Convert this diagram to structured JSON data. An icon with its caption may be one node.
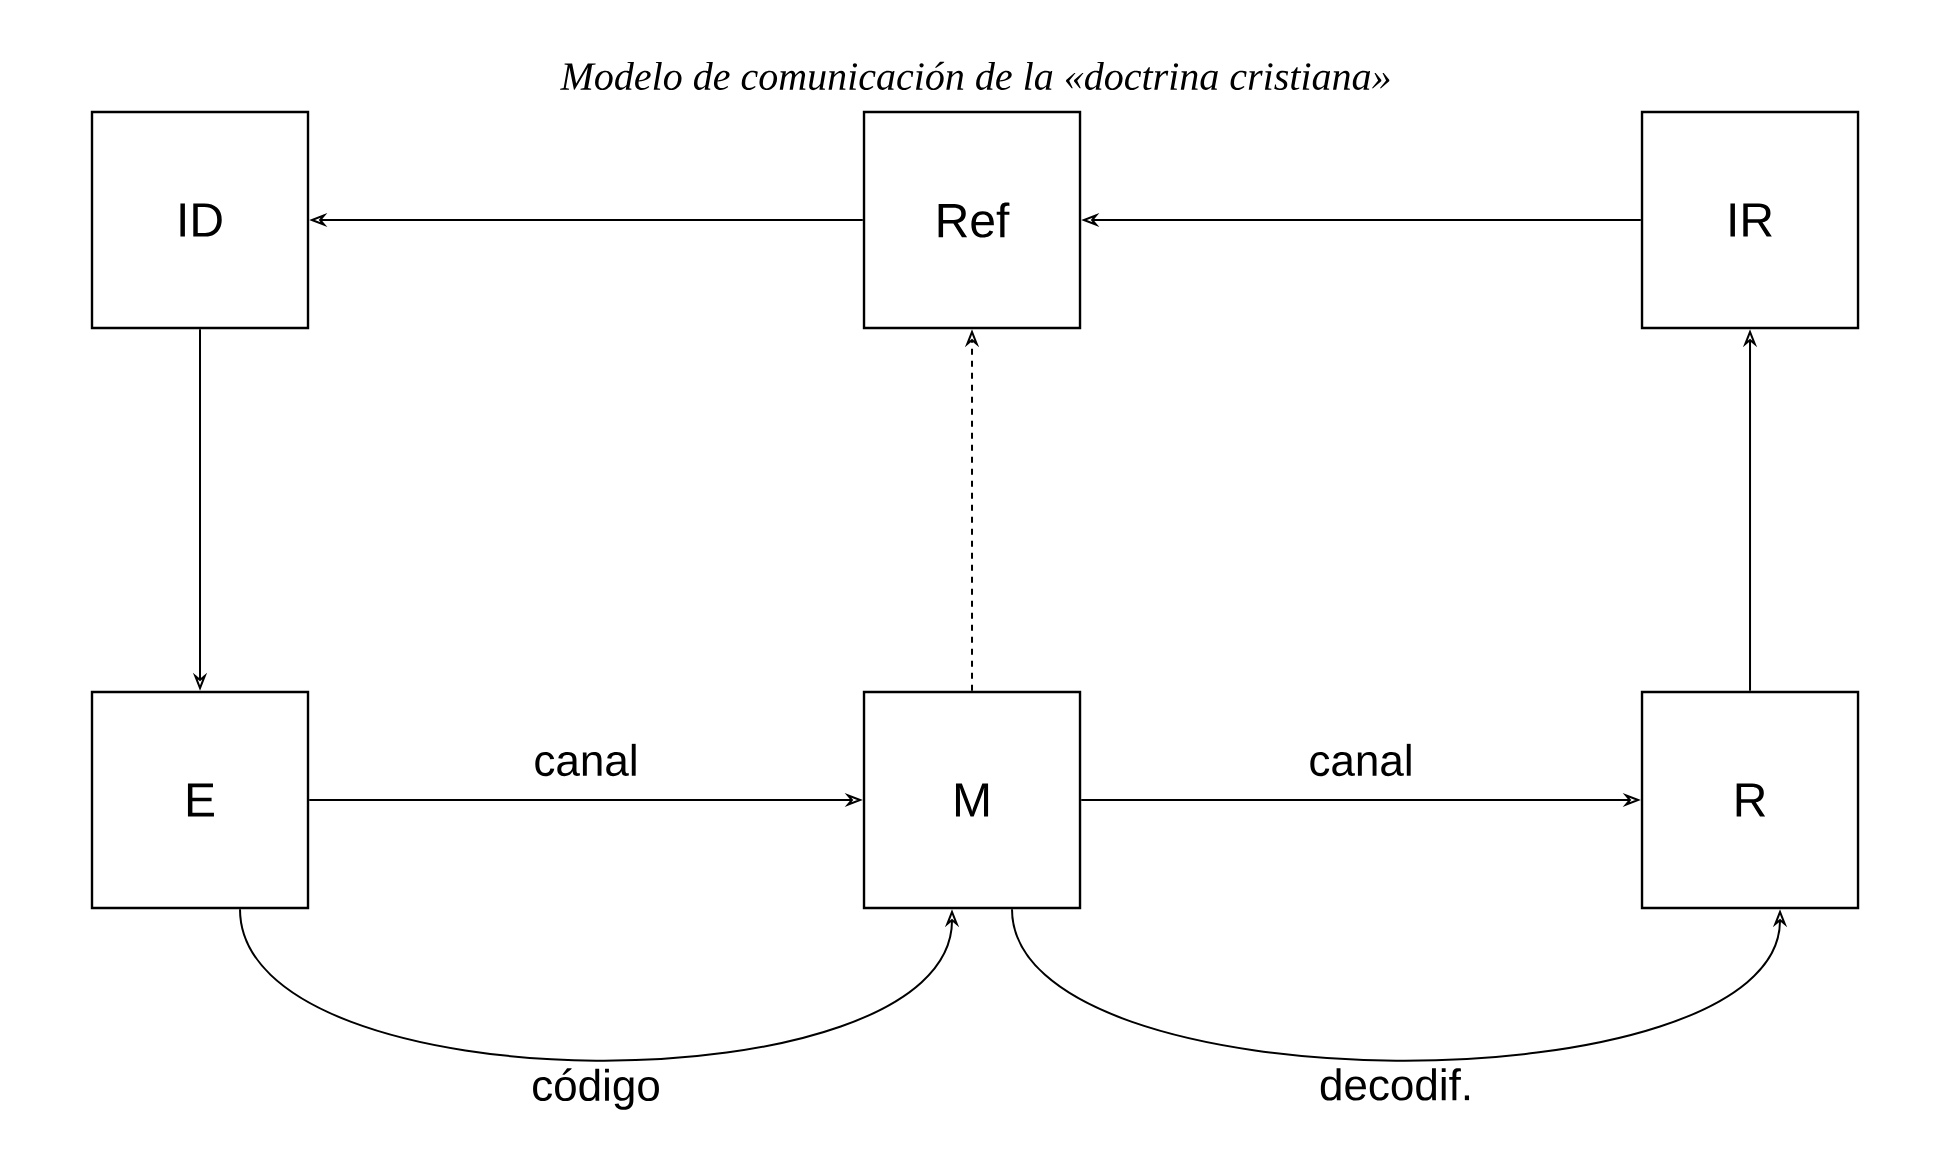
{
  "diagram": {
    "title": "Modelo de comunicación de la «doctrina cristiana»",
    "nodes": [
      {
        "text": [
          "ID"
        ]
      },
      {
        "text": [
          "Ref"
        ]
      },
      {
        "text": [
          "IR"
        ]
      },
      {
        "text": [
          "E"
        ]
      },
      {
        "text": [
          "M"
        ]
      },
      {
        "text": [
          "R"
        ]
      }
    ],
    "edges": [
      {
        "from": 1,
        "to": 0,
        "arrow": "to"
      },
      {
        "from": 2,
        "to": 1,
        "arrow": "to"
      },
      {
        "from": 0,
        "to": 3,
        "arrow": "to"
      },
      {
        "from": 4,
        "to": 1,
        "arrow": "to",
        "style": "dashed"
      },
      {
        "from": 3,
        "to": 4,
        "arrow": "to",
        "label": "canal"
      },
      {
        "from": 4,
        "to": 5,
        "arrow": "to",
        "label": "canal"
      },
      {
        "from": 5,
        "to": 2,
        "arrow": "to"
      },
      {
        "from": 3,
        "to": 4,
        "arrow": "to",
        "label": "código"
      },
      {
        "from": 4,
        "to": 5,
        "arrow": "to",
        "label": "decodif."
      }
    ]
  }
}
